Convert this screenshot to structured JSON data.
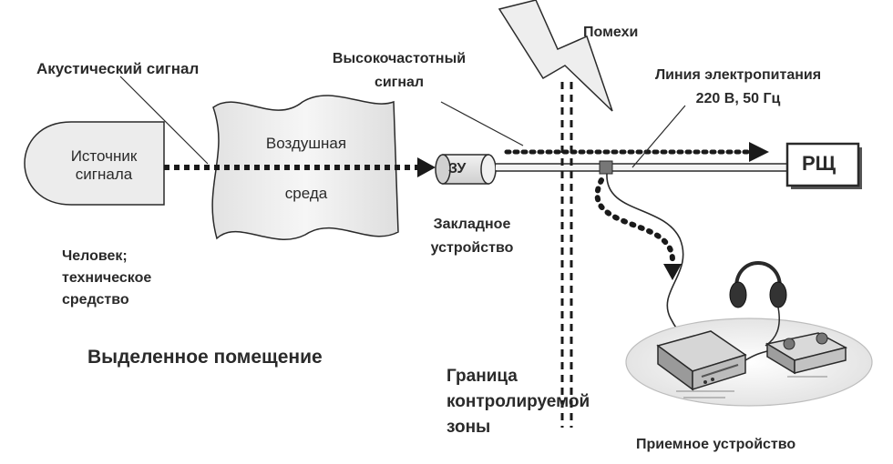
{
  "labels": {
    "source": [
      "Источник",
      "сигнала"
    ],
    "air": [
      "Воздушная",
      "среда"
    ],
    "device": "ЗУ",
    "panel": "РЩ",
    "acoustic": "Акустический сигнал",
    "hf": [
      "Высокочастотный",
      "сигнал"
    ],
    "interference": "Помехи",
    "power_line": [
      "Линия электропитания",
      "220 В, 50 Гц"
    ],
    "bug": [
      "Закладное",
      "устройство"
    ],
    "human": [
      "Человек;",
      "техническое",
      "средство"
    ],
    "room": "Выделенное помещение",
    "border": [
      "Граница",
      "контролируемой",
      "зоны"
    ],
    "receiver": "Приемное устройство"
  },
  "colors": {
    "stroke": "#2a2a2a",
    "fill_light": "#ececec",
    "fill_mid": "#d6d6d6"
  }
}
